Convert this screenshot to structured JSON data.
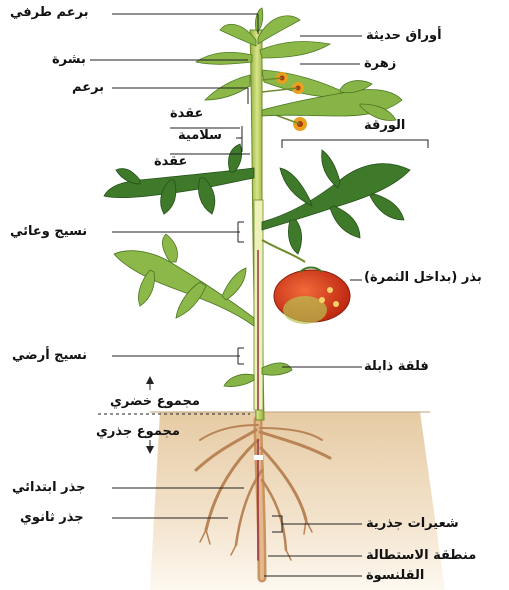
{
  "labels": {
    "terminal_bud": "برعم طرفي",
    "young_leaves": "أوراق حديثة",
    "epidermis": "بشرة",
    "flower": "زهرة",
    "bud": "برعم",
    "node_top": "عقدة",
    "internode": "سلامية",
    "node_bottom": "عقدة",
    "leaf": "الورقة",
    "vascular_tissue": "نسيج وعائي",
    "seeds_in_fruit": "بذر (بداخل الثمرة)",
    "ground_tissue": "نسيج أرضي",
    "withered_cotyledon": "فلقة ذابلة",
    "shoot_system": "مجموع خضري",
    "root_system": "مجموع جذري",
    "primary_root": "جذر ابتدائي",
    "secondary_root": "جذر ثانوي",
    "root_hairs": "شعيرات جذرية",
    "elongation_zone": "منطقة الاستطالة",
    "root_cap": "القلنسوة"
  },
  "colors": {
    "stem": "#b9cf5a",
    "stem_inner": "#e8eea8",
    "leaf": "#3f7a2a",
    "leaf_dark": "#2c5a1c",
    "young_leaf": "#8fb84a",
    "flower": "#e8a020",
    "fruit": "#d83a1e",
    "soil_top": "#e9d2b0",
    "soil_bottom": "#fbf3e6",
    "root": "#c89468",
    "vascular": "#9a2e4a",
    "line": "#222222"
  }
}
